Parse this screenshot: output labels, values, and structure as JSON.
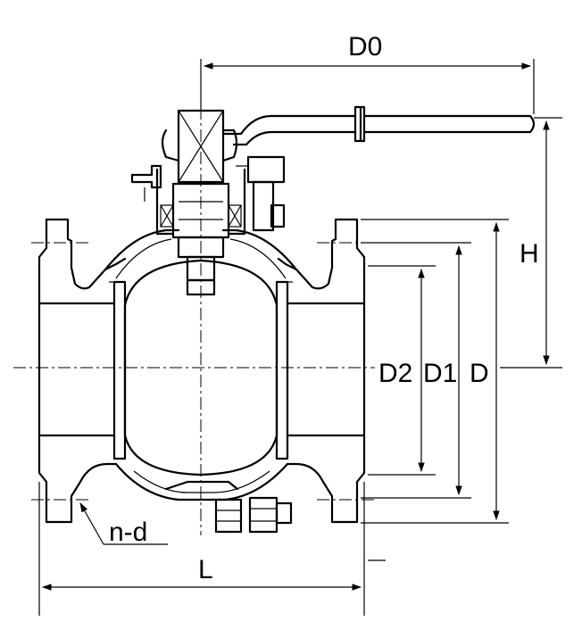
{
  "labels": {
    "D0": "D0",
    "H": "H",
    "D": "D",
    "D1": "D1",
    "D2": "D2",
    "L": "L",
    "nd": "n-d"
  }
}
